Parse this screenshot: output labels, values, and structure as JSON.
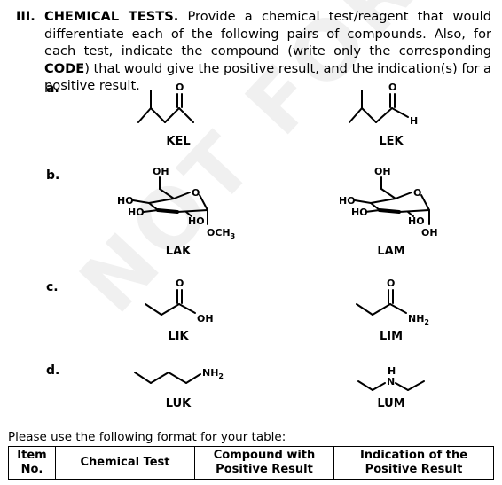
{
  "section": {
    "number": "III.",
    "heading": "CHEMICAL TESTS.",
    "text_part1": " Provide a chemical test/reagent that would differentiate each of the following pairs of compounds. Also, for each test, indicate the compound (write only the corresponding ",
    "code_word": "CODE",
    "text_part2": ") that would give the positive result, and the indication(s) for a positive result."
  },
  "watermark": "NOT FOR SALE",
  "pairs": [
    {
      "label": "a.",
      "left_code": "KEL",
      "right_code": "LEK"
    },
    {
      "label": "b.",
      "left_code": "LAK",
      "right_code": "LAM"
    },
    {
      "label": "c.",
      "left_code": "LIK",
      "right_code": "LIM"
    },
    {
      "label": "d.",
      "left_code": "LUK",
      "right_code": "LUM"
    }
  ],
  "atoms": {
    "O": "O",
    "H": "H",
    "OH": "OH",
    "HO": "HO",
    "OCH": "OCH",
    "sub3": "3",
    "NH": "NH",
    "sub2": "2",
    "N": "N"
  },
  "format_note": "Please use the following format for your table:",
  "table_headers": [
    {
      "line1": "Item",
      "line2": "No."
    },
    {
      "line1": "Chemical Test",
      "line2": ""
    },
    {
      "line1": "Compound with",
      "line2": "Positive Result"
    },
    {
      "line1": "Indication of the",
      "line2": "Positive Result"
    }
  ]
}
